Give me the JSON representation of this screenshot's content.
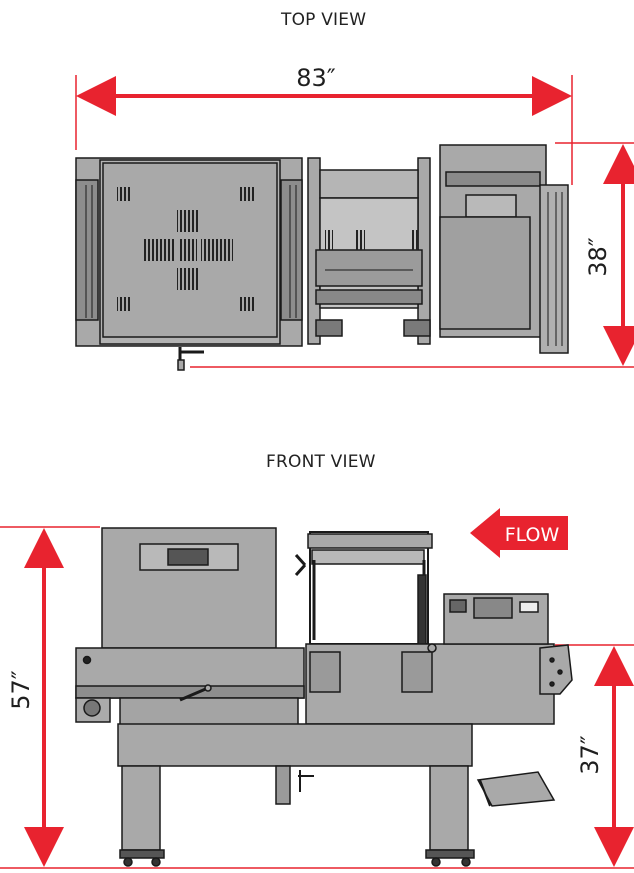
{
  "top_view": {
    "title": "TOP VIEW",
    "width_dim": "83″",
    "depth_dim": "38″"
  },
  "front_view": {
    "title": "FRONT VIEW",
    "height_dim": "57″",
    "conveyor_height_dim": "37″",
    "flow_label": "FLOW"
  },
  "colors": {
    "dimension_red": "#e8232f",
    "machine_fill": "#a9a9a9",
    "outline": "#1a1a1a"
  }
}
